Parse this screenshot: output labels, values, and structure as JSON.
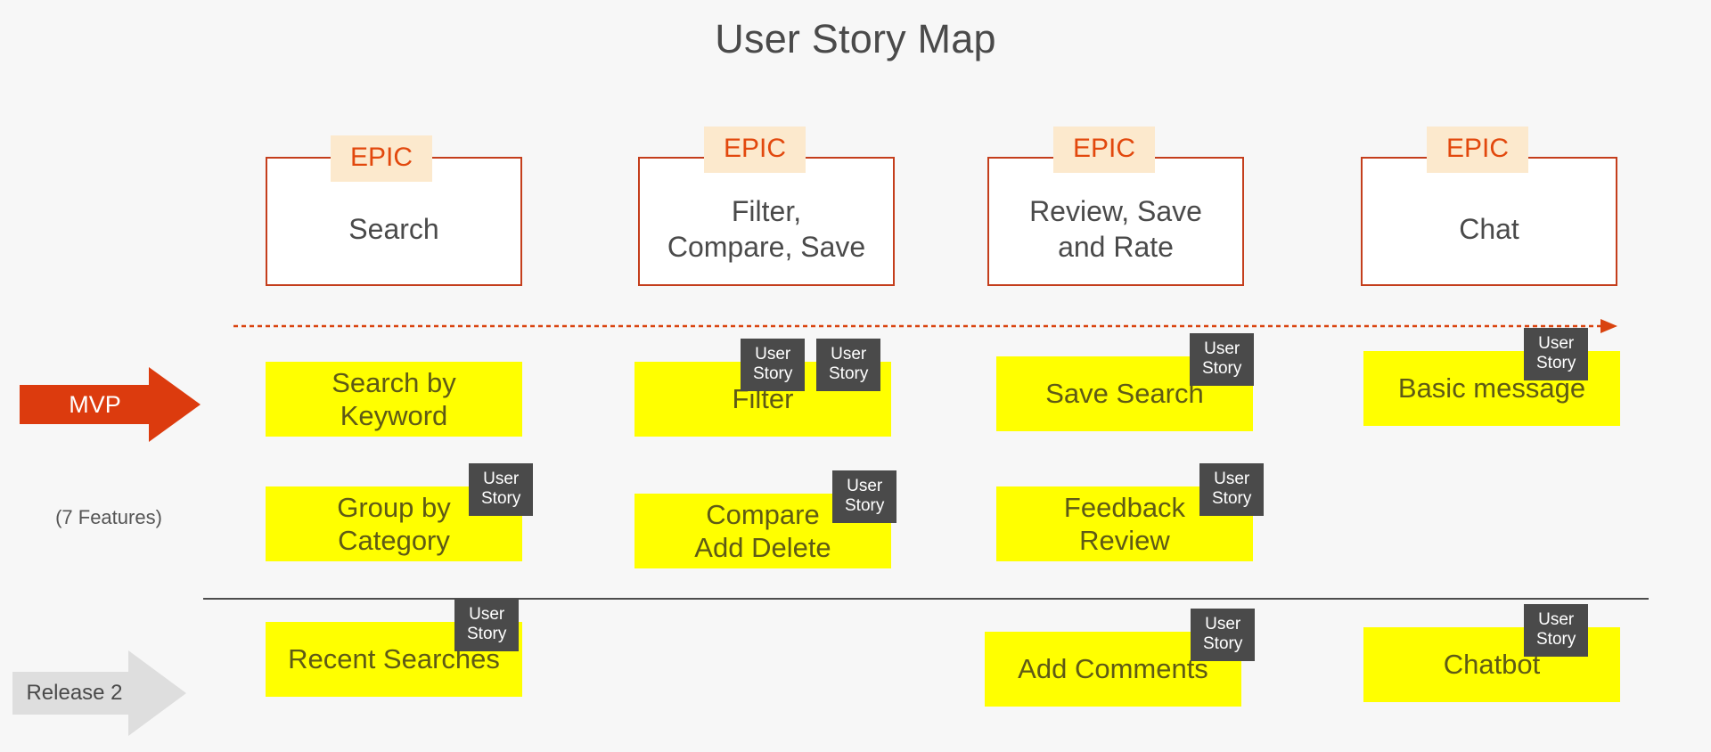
{
  "title": "User Story Map",
  "colors": {
    "background": "#F7F7F7",
    "epic_border": "#C43E1C",
    "epic_badge_bg": "#FCE9CD",
    "epic_badge_text": "#E2480D",
    "story_card": "#FFFF00",
    "story_badge_bg": "#4A4A4A",
    "mvp_arrow": "#DC3B0E",
    "release2_arrow": "#DEDEDE",
    "timeline_arrow": "#D9430F",
    "divider": "#4D4D4D",
    "title_text": "#4A4A4A"
  },
  "epic_badge_label": "EPIC",
  "story_badge_line1": "User",
  "story_badge_line2": "Story",
  "releases": [
    {
      "id": "mvp",
      "label": "MVP",
      "note": "(7 Features)"
    },
    {
      "id": "release2",
      "label": "Release 2",
      "note": ""
    }
  ],
  "epics": [
    {
      "id": "search",
      "title": "Search"
    },
    {
      "id": "filter",
      "title": "Filter,\nCompare, Save"
    },
    {
      "id": "review",
      "title": "Review, Save\nand Rate"
    },
    {
      "id": "chat",
      "title": "Chat"
    }
  ],
  "stories": [
    {
      "epic": "search",
      "release": "mvp",
      "row": 1,
      "label": "Search by\nKeyword"
    },
    {
      "epic": "search",
      "release": "mvp",
      "row": 2,
      "label": "Group by\nCategory"
    },
    {
      "epic": "search",
      "release": "release2",
      "row": 3,
      "label": "Recent Searches"
    },
    {
      "epic": "filter",
      "release": "mvp",
      "row": 1,
      "label": "Filter"
    },
    {
      "epic": "filter",
      "release": "mvp",
      "row": 2,
      "label": "Compare\nAdd Delete"
    },
    {
      "epic": "review",
      "release": "mvp",
      "row": 1,
      "label": "Save Search"
    },
    {
      "epic": "review",
      "release": "mvp",
      "row": 2,
      "label": "Feedback\nReview"
    },
    {
      "epic": "review",
      "release": "release2",
      "row": 3,
      "label": "Add Comments"
    },
    {
      "epic": "chat",
      "release": "mvp",
      "row": 1,
      "label": "Basic message"
    },
    {
      "epic": "chat",
      "release": "release2",
      "row": 3,
      "label": "Chatbot"
    }
  ]
}
